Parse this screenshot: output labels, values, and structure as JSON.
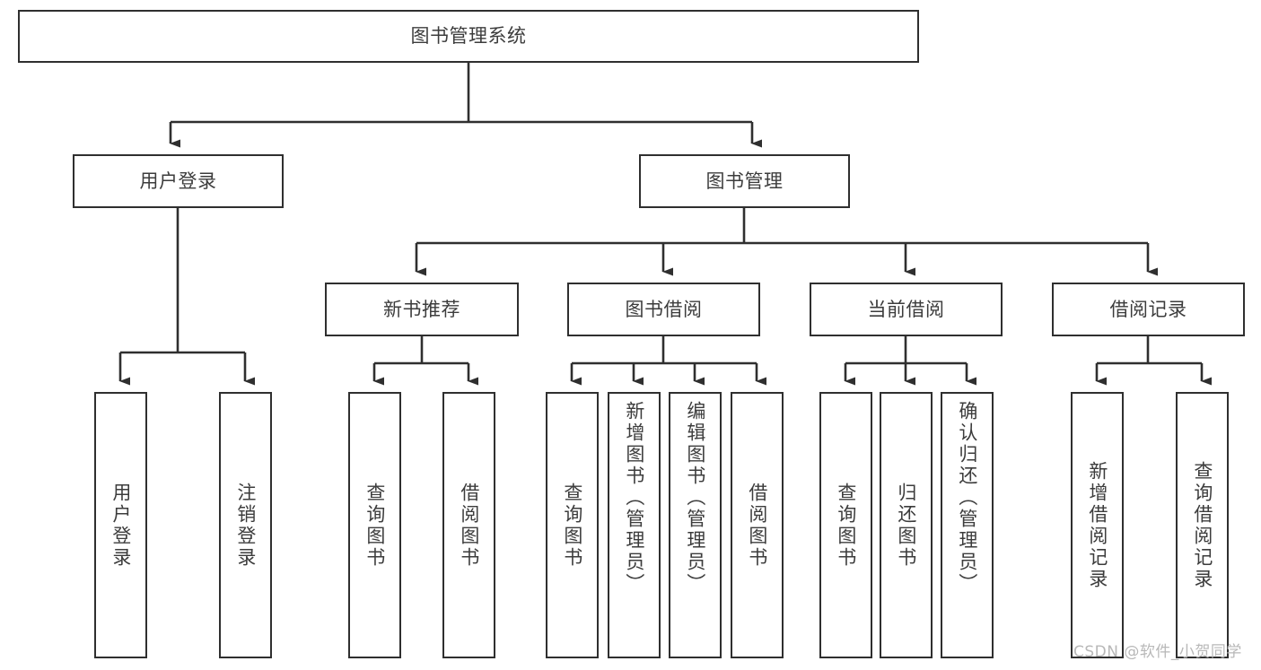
{
  "diagram": {
    "title": "图书管理系统",
    "watermark": "CSDN @软件_小贺同学",
    "edge_color": "#2f2f2f",
    "box_border_color": "#2f2f2f",
    "text_color": "#3c3c3c",
    "background": "#ffffff"
  },
  "nodes": {
    "root": {
      "label": "图书管理系统",
      "level": 1
    },
    "level2": [
      {
        "id": "user-login",
        "label": "用户登录"
      },
      {
        "id": "book-management",
        "label": "图书管理"
      }
    ],
    "level3": [
      {
        "id": "new-book-recommend",
        "label": "新书推荐",
        "parent": "book-management"
      },
      {
        "id": "book-borrow",
        "label": "图书借阅",
        "parent": "book-management"
      },
      {
        "id": "current-borrow",
        "label": "当前借阅",
        "parent": "book-management"
      },
      {
        "id": "borrow-record",
        "label": "借阅记录",
        "parent": "book-management"
      }
    ],
    "leaves": [
      {
        "id": "leaf-user-login",
        "label": "用户登录",
        "parent": "user-login"
      },
      {
        "id": "leaf-logout-login",
        "label": "注销登录",
        "parent": "user-login"
      },
      {
        "id": "leaf-query-book-1",
        "label": "查询图书",
        "parent": "new-book-recommend"
      },
      {
        "id": "leaf-borrow-book-1",
        "label": "借阅图书",
        "parent": "new-book-recommend"
      },
      {
        "id": "leaf-query-book-2",
        "label": "查询图书",
        "parent": "book-borrow"
      },
      {
        "id": "leaf-add-book",
        "label": "新增图书（管理员）",
        "parent": "book-borrow"
      },
      {
        "id": "leaf-edit-book",
        "label": "编辑图书（管理员）",
        "parent": "book-borrow"
      },
      {
        "id": "leaf-borrow-book-2",
        "label": "借阅图书",
        "parent": "book-borrow"
      },
      {
        "id": "leaf-query-book-3",
        "label": "查询图书",
        "parent": "current-borrow"
      },
      {
        "id": "leaf-return-book",
        "label": "归还图书",
        "parent": "current-borrow"
      },
      {
        "id": "leaf-confirm-return",
        "label": "确认归还（管理员）",
        "parent": "current-borrow"
      },
      {
        "id": "leaf-add-record",
        "label": "新增借阅记录",
        "parent": "borrow-record"
      },
      {
        "id": "leaf-query-record",
        "label": "查询借阅记录",
        "parent": "borrow-record"
      }
    ]
  }
}
